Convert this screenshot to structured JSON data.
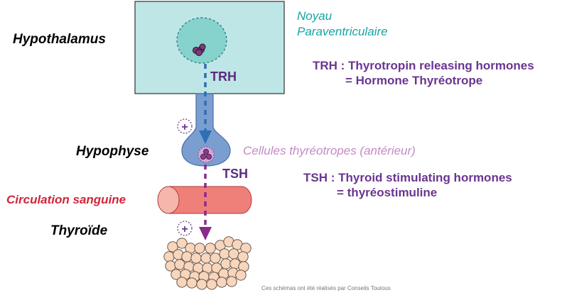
{
  "labels": {
    "hypothalamus": "Hypothalamus",
    "hypophyse": "Hypophyse",
    "circulation": "Circulation sanguine",
    "thyroide": "Thyroïde",
    "nucleus_line1": "Noyau",
    "nucleus_line2": "Paraventriculaire",
    "cells": "Cellules thyréotropes (antérieur)",
    "trh": "TRH",
    "tsh": "TSH",
    "plus_top": "+",
    "plus_bottom": "+"
  },
  "definitions": {
    "trh_line1": "TRH : Thyrotropin releasing hormones",
    "trh_line2": "= Hormone Thyréotrope",
    "tsh_line1": "TSH : Thyroid stimulating hormones",
    "tsh_line2": "= thyréostimuline"
  },
  "credit": "Ces schémas ont été réalisés par Conseils Toutous",
  "colors": {
    "hypothalamus_fill": "#bfe6e6",
    "nucleus_fill": "#86d2cc",
    "stalk_fill": "#7a9ecf",
    "trh_arrow": "#2f6fb4",
    "tsh_arrow": "#8b2a8b",
    "vessel_fill": "#ef8079",
    "thyroid_fill": "#f8d5bd"
  }
}
